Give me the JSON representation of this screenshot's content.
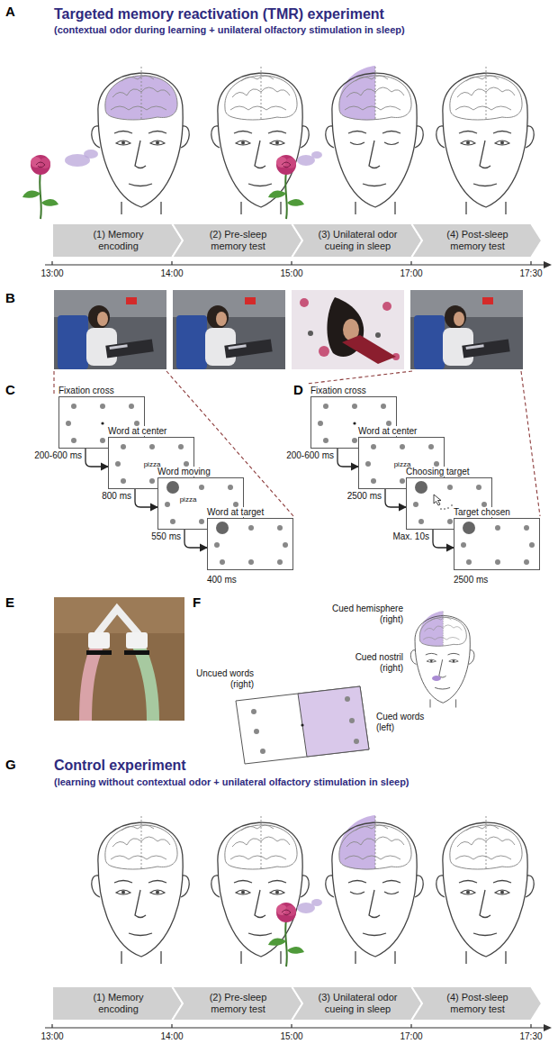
{
  "diagram": {
    "nodes": [
      {
        "text": [
          "(1) Memory encoding"
        ]
      },
      {
        "text": [
          "(2) Pre-sleep memory test"
        ]
      },
      {
        "text": [
          "(3) Unilateral odor cueing in sleep"
        ]
      },
      {
        "text": [
          "(4) Post-sleep memory test"
        ]
      },
      {
        "text": [
          "Fixation cross"
        ]
      },
      {
        "text": [
          "Word at center",
          "pizza"
        ]
      },
      {
        "text": [
          "Word moving",
          "pizza"
        ]
      },
      {
        "text": [
          "Word at target"
        ]
      },
      {
        "text": [
          "Fixation cross"
        ]
      },
      {
        "text": [
          "Word at center",
          "pizza"
        ]
      },
      {
        "text": [
          "Choosing target"
        ]
      },
      {
        "text": [
          "Target chosen"
        ]
      },
      {
        "text": [
          "(1) Memory encoding"
        ]
      },
      {
        "text": [
          "(2) Pre-sleep memory test"
        ]
      },
      {
        "text": [
          "(3) Unilateral odor cueing in sleep"
        ]
      },
      {
        "text": [
          "(4) Post-sleep memory test"
        ]
      }
    ],
    "edges": [
      {
        "from": 4,
        "to": 5,
        "arrow": "to",
        "label": "200-600 ms"
      },
      {
        "from": 5,
        "to": 6,
        "arrow": "to",
        "label": "800 ms"
      },
      {
        "from": 6,
        "to": 7,
        "arrow": "to",
        "label": "550 ms"
      },
      {
        "from": 8,
        "to": 9,
        "arrow": "to",
        "label": "200-600 ms"
      },
      {
        "from": 9,
        "to": 10,
        "arrow": "to",
        "label": "2500 ms"
      },
      {
        "from": 10,
        "to": 11,
        "arrow": "to",
        "label": "Max. 10s"
      }
    ],
    "labels": [
      "A",
      "Targeted memory reactivation (TMR) experiment",
      "(contextual odor during learning + unilateral olfactory stimulation in sleep)",
      "13:00",
      "14:00",
      "15:00",
      "17:00",
      "17:30",
      "B",
      "C",
      "D",
      "400 ms",
      "2500 ms",
      "E",
      "F",
      "Cued hemisphere (right)",
      "Cued nostril (right)",
      "Uncued words (right)",
      "Cued words (left)",
      "G",
      "Control experiment",
      "(learning without contextual odor + unilateral olfactory stimulation in sleep)",
      "13:00",
      "14:00",
      "15:00",
      "17:00",
      "17:30"
    ]
  }
}
